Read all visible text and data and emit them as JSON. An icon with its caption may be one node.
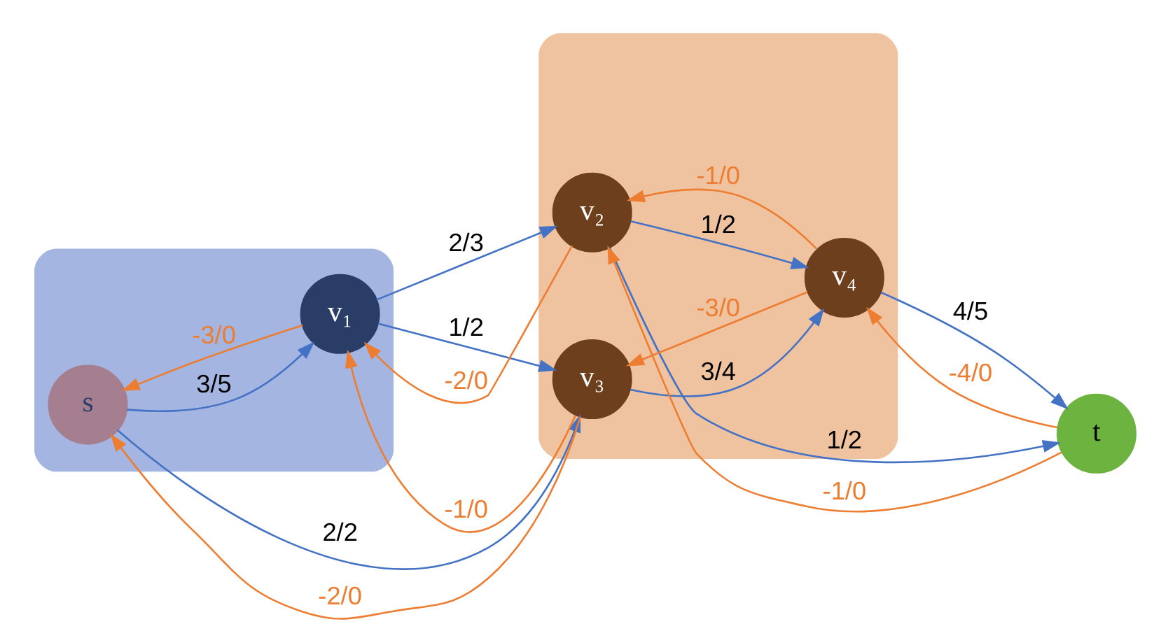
{
  "diagram": {
    "nodes": [
      {
        "text": [],
        "shape": "ellipse"
      },
      {
        "text": [
          "s"
        ],
        "in": 0
      },
      {
        "text": [
          "v₁"
        ],
        "in": 0
      },
      {
        "text": [],
        "shape": "ellipse"
      },
      {
        "text": [
          "v₂"
        ],
        "in": 3
      },
      {
        "text": [
          "v₃"
        ],
        "in": 3
      },
      {
        "text": [
          "v₄"
        ],
        "in": 3
      },
      {
        "text": [
          "t"
        ]
      }
    ],
    "edges": [
      {
        "from": 1,
        "to": 2,
        "arrow": "to",
        "label": "3/5"
      },
      {
        "from": 2,
        "to": 1,
        "arrow": "to",
        "label": "-3/0",
        "color": "#ed7d31"
      },
      {
        "from": 2,
        "to": 4,
        "arrow": "to",
        "label": "2/3"
      },
      {
        "from": 4,
        "to": 2,
        "arrow": "to",
        "label": "-2/0",
        "color": "#ed7d31"
      },
      {
        "from": 2,
        "to": 5,
        "arrow": "to",
        "label": "1/2"
      },
      {
        "from": 5,
        "to": 2,
        "arrow": "to",
        "label": "-1/0",
        "color": "#ed7d31"
      },
      {
        "from": 1,
        "to": 5,
        "arrow": "to",
        "label": "2/2"
      },
      {
        "from": 5,
        "to": 1,
        "arrow": "to",
        "label": "-2/0",
        "color": "#ed7d31"
      },
      {
        "from": 4,
        "to": 7,
        "arrow": "to",
        "label": "1/2"
      },
      {
        "from": 7,
        "to": 4,
        "arrow": "to",
        "label": "-1/0",
        "color": "#ed7d31"
      },
      {
        "from": 4,
        "to": 6,
        "arrow": "to",
        "label": "1/2"
      },
      {
        "from": 6,
        "to": 4,
        "arrow": "to",
        "label": "-1/0",
        "color": "#ed7d31"
      },
      {
        "from": 5,
        "to": 6,
        "arrow": "to",
        "label": "3/4"
      },
      {
        "from": 6,
        "to": 5,
        "arrow": "to",
        "label": "-3/0",
        "color": "#ed7d31"
      },
      {
        "from": 6,
        "to": 7,
        "arrow": "to",
        "label": "4/5"
      },
      {
        "from": 7,
        "to": 6,
        "arrow": "to",
        "label": "-4/0",
        "color": "#ed7d31"
      }
    ]
  }
}
